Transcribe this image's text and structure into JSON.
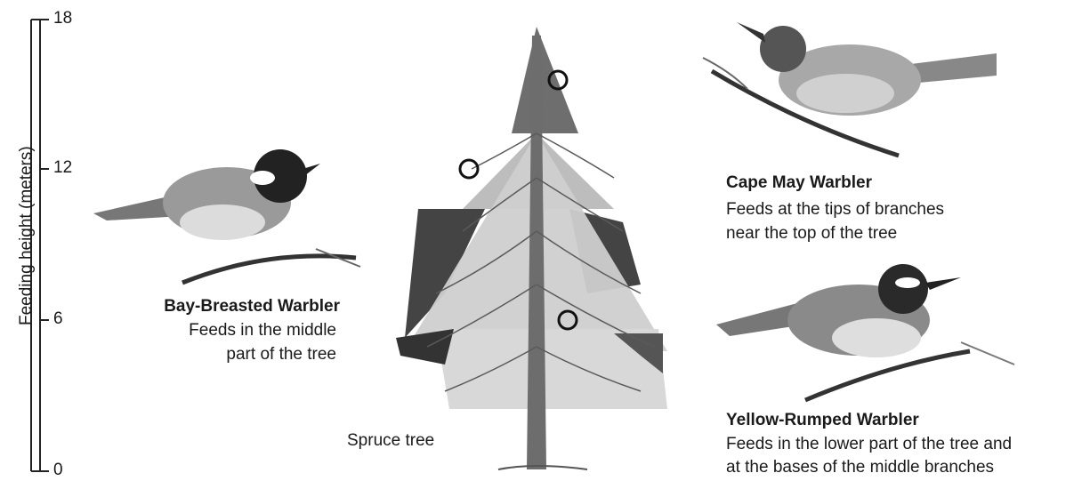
{
  "axis": {
    "title": "Feeding height (meters)",
    "ticks": [
      "18",
      "12",
      "6",
      "0"
    ]
  },
  "tree": {
    "label": "Spruce tree"
  },
  "birds": [
    {
      "name": "Bay-Breasted Warbler",
      "line1": "Feeds in the middle",
      "line2": "part of the tree"
    },
    {
      "name": "Cape May Warbler",
      "line1": "Feeds at the tips of branches",
      "line2": "near the top of the tree"
    },
    {
      "name": "Yellow-Rumped Warbler",
      "line1": "Feeds in the lower part of the tree and",
      "line2": "at the bases of the middle branches"
    }
  ]
}
